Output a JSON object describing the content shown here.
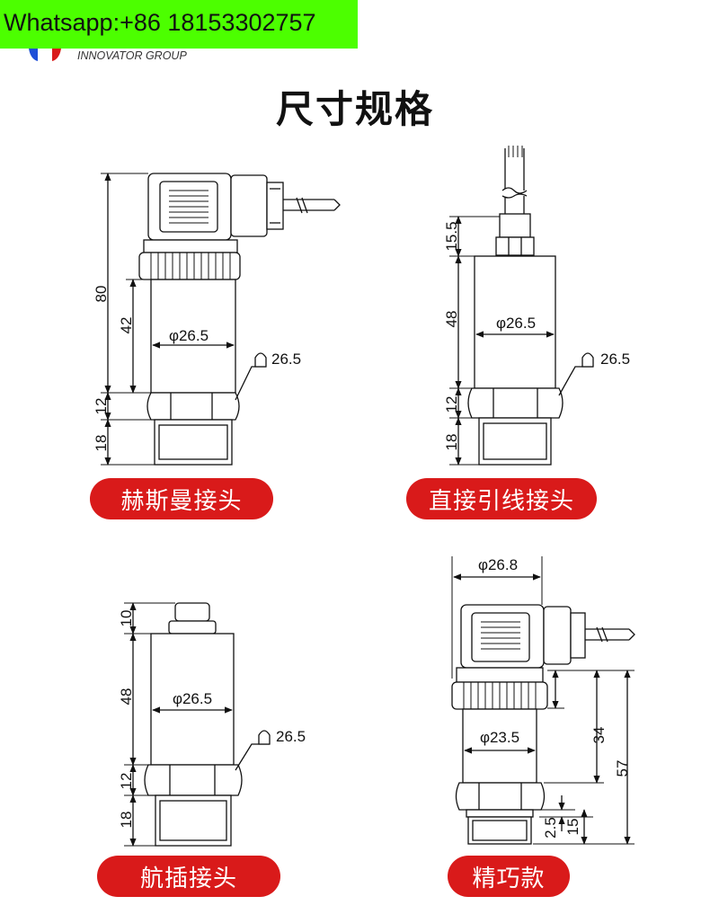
{
  "banner": {
    "contact": "Whatsapp:+86 18153302757"
  },
  "logo": {
    "text": "INNOVATOR GROUP"
  },
  "page_title": "尺寸规格",
  "models": [
    {
      "label": "赫斯曼接头",
      "dims": {
        "total": "80",
        "body": "42",
        "diameter": "φ26.5",
        "hex": "26.5",
        "nut": "12",
        "thread": "18"
      }
    },
    {
      "label": "直接引线接头",
      "dims": {
        "top": "15.5",
        "body": "48",
        "diameter": "φ26.5",
        "hex": "26.5",
        "nut": "12",
        "thread": "18"
      }
    },
    {
      "label": "航插接头",
      "dims": {
        "top": "10",
        "body": "48",
        "diameter": "φ26.5",
        "hex": "26.5",
        "nut": "12",
        "thread": "18"
      }
    },
    {
      "label": "精巧款",
      "dims": {
        "head_diameter": "φ26.8",
        "diameter": "φ23.5",
        "body": "34",
        "total": "57",
        "a": "2.5",
        "b": "15"
      }
    }
  ],
  "colors": {
    "banner": "#4cff00",
    "pill": "#d91a1a"
  }
}
